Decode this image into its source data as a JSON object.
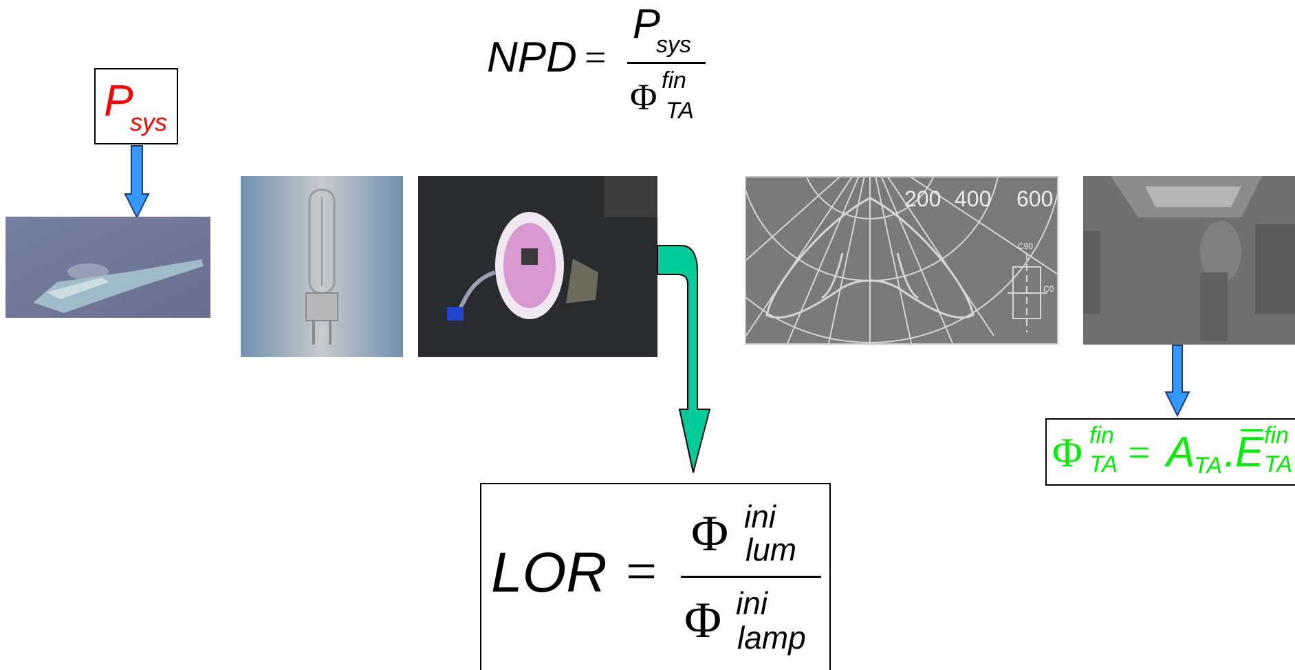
{
  "formulas": {
    "npd": {
      "lhs": "NPD",
      "eq": "=",
      "num_base": "P",
      "num_sub": "sys",
      "den_base": "Φ",
      "den_sup": "fin",
      "den_sub": "TA"
    },
    "psys_label": {
      "base": "P",
      "sub": "sys",
      "color": "#ff0000"
    },
    "lor": {
      "lhs": "LOR",
      "eq": "=",
      "num_base": "Φ",
      "num_sup": "ini",
      "num_sub": "lum",
      "den_base": "Φ",
      "den_sup": "ini",
      "den_sub": "lamp"
    },
    "flux": {
      "phi": "Φ",
      "phi_sup": "fin",
      "phi_sub": "TA",
      "eq": "=",
      "a": "A",
      "a_sub": "TA",
      "dot": ".",
      "e": "E",
      "e_sup": "fin",
      "e_sub": "TA",
      "color": "#00ee00"
    }
  },
  "polar_diagram": {
    "tick_labels": [
      "200",
      "400",
      "600"
    ],
    "plane_labels": [
      "C90",
      "C0"
    ]
  },
  "colors": {
    "blue_arrow": "#3399ff",
    "green_arrow": "#00cc99"
  },
  "icons": [
    "luminaire-photo",
    "lamp-photo",
    "downlight-photo",
    "polar-diagram",
    "room-photo"
  ]
}
